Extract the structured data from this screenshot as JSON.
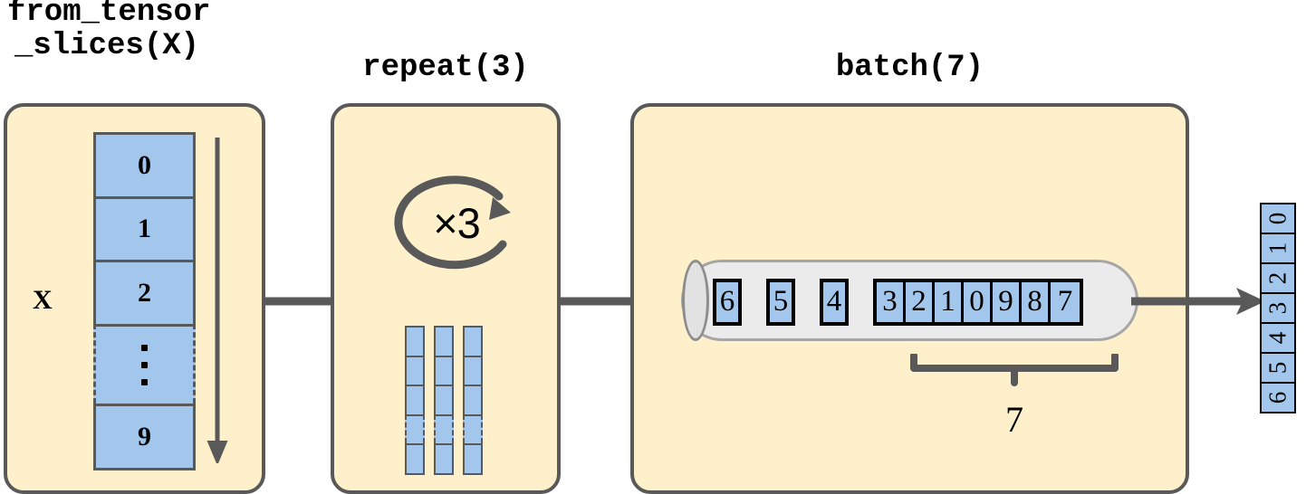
{
  "stages": [
    {
      "id": "from-tensor-slices",
      "title_line1": "from_tensor",
      "title_line2": "_slices(X)",
      "source_label": "X",
      "cells": [
        "0",
        "1",
        "2",
        "⋮",
        "9"
      ],
      "ellipsis_index": 3,
      "arrow_direction": "down"
    },
    {
      "id": "repeat",
      "title": "repeat(3)",
      "loop_label": "×3",
      "mini_columns": 3,
      "mini_cells_per_column": 5,
      "mini_ellipsis_index": 3
    },
    {
      "id": "batch",
      "title": "batch(7)",
      "loose_items": [
        "6",
        "5",
        "4"
      ],
      "batch_group": [
        "3",
        "2",
        "1",
        "0",
        "9",
        "8",
        "7"
      ],
      "brace_label": "7"
    }
  ],
  "output": {
    "cells": [
      "0",
      "1",
      "2",
      "3",
      "4",
      "5",
      "6"
    ],
    "rotation": "-90deg"
  },
  "icons": {
    "loop_arrow": "repeat-loop-arrow-icon",
    "down_arrow": "down-arrow-icon",
    "flow_arrow": "flow-arrow-icon",
    "brace": "batch-brace-icon"
  },
  "colors": {
    "panel_fill": "#fdf0ca",
    "panel_border": "#595959",
    "cell_fill": "#a3c7ec",
    "cell_border": "#595959",
    "pipe_fill": "#ebebeb",
    "pipe_border": "#a6a6a6",
    "arrow": "#595959",
    "text": "#000000",
    "background": "#ffffff"
  }
}
